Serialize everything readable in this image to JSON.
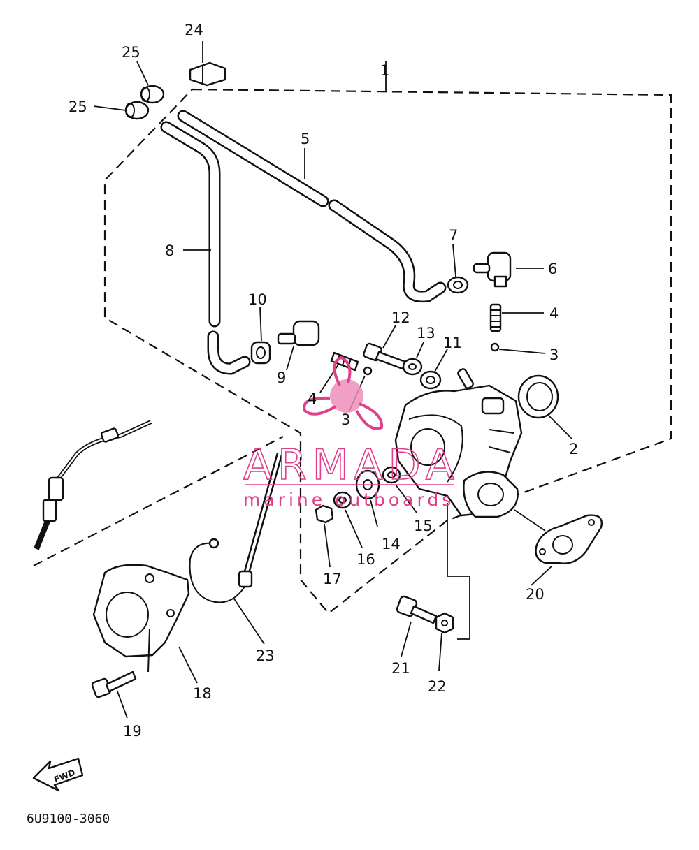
{
  "diagram": {
    "labels": {
      "l1": "1",
      "l2": "2",
      "l3a": "3",
      "l3b": "3",
      "l4a": "4",
      "l4b": "4",
      "l5": "5",
      "l6": "6",
      "l7": "7",
      "l8": "8",
      "l9": "9",
      "l10": "10",
      "l11": "11",
      "l12": "12",
      "l13": "13",
      "l14": "14",
      "l15": "15",
      "l16": "16",
      "l17": "17",
      "l18": "18",
      "l19": "19",
      "l20": "20",
      "l21": "21",
      "l22": "22",
      "l23": "23",
      "l24": "24",
      "l25a": "25",
      "l25b": "25"
    },
    "front_arrow": "FWD",
    "drawing_code": "6U9100-3060"
  },
  "watermark": {
    "brand": "ARMADA",
    "tagline": "marine outboards",
    "color": "#e0408a"
  }
}
